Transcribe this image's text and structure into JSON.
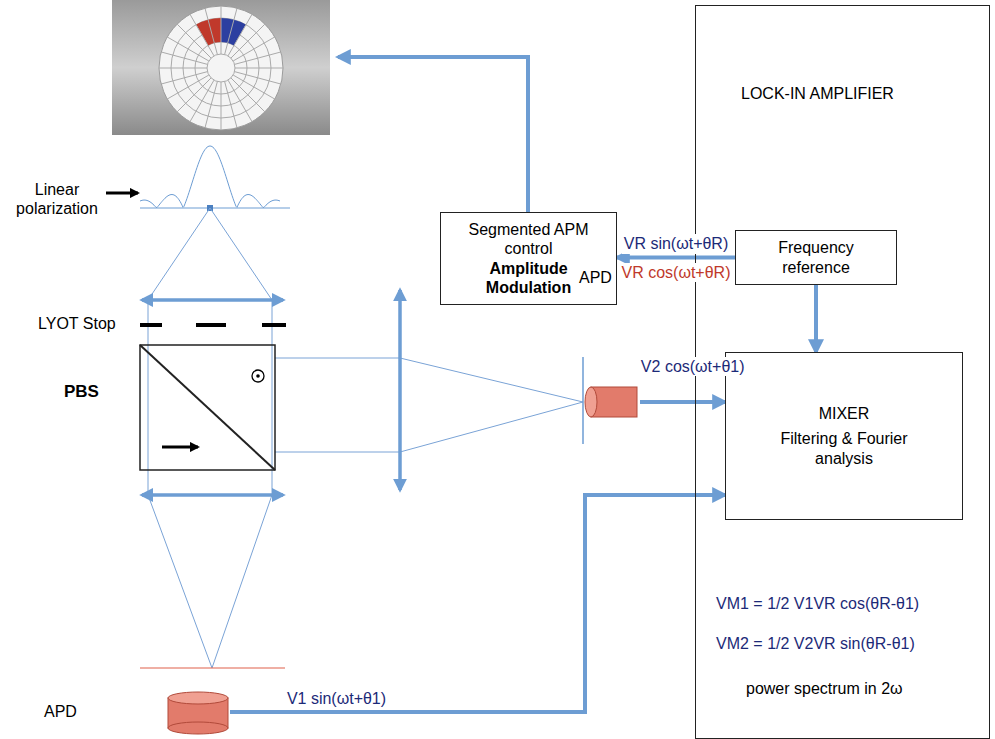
{
  "diagram": {
    "nodes": [
      {
        "text": [
          "Segmented APM control",
          "Amplitude Modulation"
        ]
      },
      {
        "text": [
          "LOCK-IN AMPLIFIER",
          "VM1 = 1/2 V1VR cos(θR-θ1)",
          "VM2 = 1/2 V2VR sin(θR-θ1)",
          "power spectrum in 2ω"
        ]
      },
      {
        "text": [
          "Frequency reference"
        ],
        "in": 1
      },
      {
        "text": [
          "MIXER",
          "Filtering & Fourier analysis"
        ],
        "in": 1
      },
      {
        "text": [
          "APD"
        ]
      },
      {
        "text": [
          "APD"
        ]
      }
    ],
    "edges": [
      {
        "from": 2,
        "to": 0,
        "arrow": "to",
        "label": "VR sin(ωt+θR)"
      },
      {
        "from": 2,
        "to": 3,
        "arrow": "to"
      },
      {
        "from": 4,
        "to": 3,
        "arrow": "to",
        "label": "V2 cos(ωt+θ1)"
      },
      {
        "from": 5,
        "to": 3,
        "arrow": "to",
        "label": "V1 sin(ωt+θ1)"
      }
    ],
    "labels": [
      "Linear polarization",
      "LYOT Stop",
      "PBS",
      "VR cos(ωt+θR)"
    ]
  }
}
